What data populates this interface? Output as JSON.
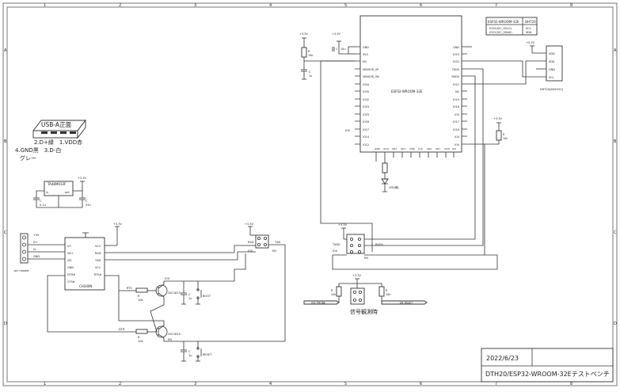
{
  "frame": {
    "col_labels": [
      "1",
      "2",
      "3",
      "4",
      "5",
      "6",
      "7",
      "8"
    ],
    "row_labels": [
      "A",
      "B",
      "C",
      "D"
    ]
  },
  "usb": {
    "title": "USB-A正面",
    "pins_top": "2.D+緑　1.VDD赤",
    "pins_bottom": "4.GND黒　3.D-白",
    "shield": "グレー"
  },
  "regulator": {
    "name": "TA48M033F",
    "in": "in",
    "out": "out",
    "c1": "C",
    "c1v": "0.1u",
    "c2": "C",
    "c2v": "33u",
    "vcc": "+3.3V"
  },
  "header": {
    "pins": [
      "+5V",
      "D+",
      "D-",
      "GND"
    ],
    "name": "pin header"
  },
  "ch340": {
    "name": "CH340N",
    "left_pins": [
      "V3",
      "VD+",
      "VD-",
      "GND",
      "DTR#",
      "CTS#"
    ],
    "right_pins": [
      "VCC",
      "RXD",
      "TXD",
      "VCC",
      "RTS#"
    ],
    "vcc": "+3.3V"
  },
  "transistors": {
    "q1": "2SC1815",
    "q2": "2SC1815",
    "r1": "R",
    "r1v": "10k",
    "r2": "R",
    "r2v": "10k",
    "dtr": "DTR",
    "rts": "RTS",
    "io0": "IO0",
    "en": "EN",
    "cap1": "C",
    "cap1v": "1u",
    "cap2": "C",
    "cap2v": "1u",
    "btn1": "BOOT",
    "btn2": "RESET"
  },
  "conn_uart": {
    "vcc": "+3.3V",
    "rxd": "RXD",
    "txd": "TXD",
    "io0": "IO0",
    "en": "EN"
  },
  "esp32": {
    "name": "ESP32-WROOM-32E",
    "left_pins": [
      "GND",
      "3V3",
      "EN",
      "SENSOR_VP",
      "SENSOR_VN",
      "IO34",
      "IO35",
      "IO32",
      "IO33",
      "IO25",
      "IO26",
      "IO27",
      "IO14",
      "IO12"
    ],
    "right_pins": [
      "GND",
      "IO23",
      "IO22",
      "TXD0",
      "RXD0",
      "IO21",
      "NC",
      "IO19",
      "IO18",
      "IO5",
      "IO17",
      "IO16",
      "IO4",
      "IO0"
    ],
    "bottom_pins": [
      "GND",
      "IO13",
      "SD2",
      "SD3",
      "CMD",
      "CLK",
      "SD0",
      "SD1",
      "IO15",
      "IO2"
    ],
    "vcc": "+3.3V",
    "r": "R",
    "rv": "10k",
    "c": "C",
    "cv": "10u",
    "c2": "C",
    "c2v": "1u",
    "led": "LED(緑)",
    "sw": "IO0"
  },
  "pin_table": {
    "head_a": "ESP32-WROOM-32E",
    "head_b": "DHT20",
    "row1_a": "IO22(I2C_SCL0)",
    "row1_b": "SCL",
    "row2_a": "IO21(I2C_SDA0)",
    "row2_b": "SDA"
  },
  "dht20": {
    "vcc": "+3.3V",
    "pins": [
      "VDD",
      "SDA",
      "GND",
      "SCL"
    ],
    "name": "DHT20(AM2320)"
  },
  "pullup_io0": {
    "vcc": "+3.3V",
    "r": "R",
    "rv": "10k"
  },
  "conn2": {
    "vcc": "+3.3V",
    "txd": "TXD0",
    "rxd": "RXD0",
    "io0": "IO0",
    "en": "EN"
  },
  "signal": {
    "title": "信号観測時",
    "left_tag": "IO0_PROBE",
    "right_tag": "EN_RESET",
    "vcc": "+3.3V",
    "r1": "R",
    "r1v": "10k",
    "r2": "R",
    "r2v": "10k"
  },
  "title_block": {
    "date": "2022/6/23",
    "title": "DTH20/ESP32-WROOM-32Eテストベンチ"
  }
}
